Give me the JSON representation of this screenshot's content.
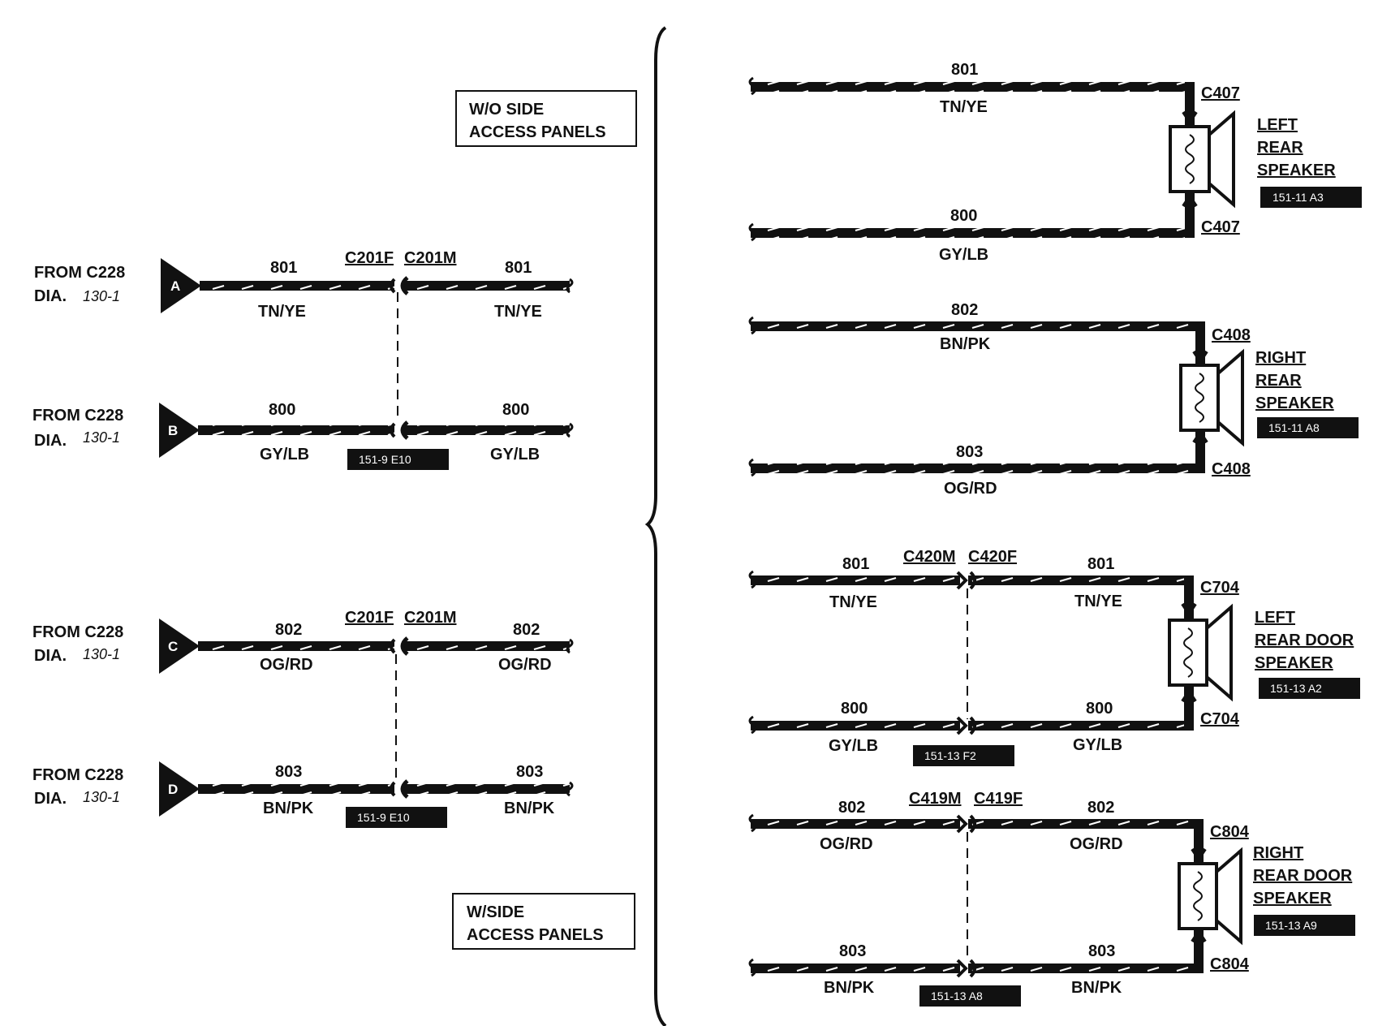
{
  "connectors_left": [
    {
      "letter": "A",
      "from": "FROM C228",
      "dia_prefix": "DIA.",
      "dia_page": "130-1"
    },
    {
      "letter": "B",
      "from": "FROM C228",
      "dia_prefix": "DIA.",
      "dia_page": "130-1"
    },
    {
      "letter": "C",
      "from": "FROM C228",
      "dia_prefix": "DIA.",
      "dia_page": "130-1"
    },
    {
      "letter": "D",
      "from": "FROM C228",
      "dia_prefix": "DIA.",
      "dia_page": "130-1"
    }
  ],
  "left_top": {
    "wires": [
      {
        "circuit": "801",
        "color": "TN/YE",
        "circuit_right": "801",
        "color_right": "TN/YE"
      },
      {
        "circuit": "800",
        "color": "GY/LB",
        "circuit_right": "800",
        "color_right": "GY/LB"
      }
    ],
    "connector_f": "C201F",
    "connector_m": "C201M",
    "ref": "151-9 E10"
  },
  "left_bottom": {
    "wires": [
      {
        "circuit": "802",
        "color": "OG/RD",
        "circuit_right": "802",
        "color_right": "OG/RD"
      },
      {
        "circuit": "803",
        "color": "BN/PK",
        "circuit_right": "803",
        "color_right": "BN/PK"
      }
    ],
    "connector_f": "C201F",
    "connector_m": "C201M",
    "ref": "151-9 E10"
  },
  "panel_labels": {
    "top": [
      "W/O SIDE",
      "ACCESS PANELS"
    ],
    "bottom": [
      "W/SIDE",
      "ACCESS PANELS"
    ]
  },
  "speakers": [
    {
      "name": [
        "LEFT",
        "REAR",
        "SPEAKER"
      ],
      "ref": "151-11 A3",
      "connector": "C407",
      "top_wire": {
        "circuit": "801",
        "color": "TN/YE"
      },
      "bottom_wire": {
        "circuit": "800",
        "color": "GY/LB"
      }
    },
    {
      "name": [
        "RIGHT",
        "REAR",
        "SPEAKER"
      ],
      "ref": "151-11 A8",
      "connector": "C408",
      "top_wire": {
        "circuit": "802",
        "color": "BN/PK"
      },
      "bottom_wire": {
        "circuit": "803",
        "color": "OG/RD"
      }
    },
    {
      "name": [
        "LEFT",
        "REAR DOOR",
        "SPEAKER"
      ],
      "ref": "151-13 A2",
      "connector": "C704",
      "inline_m": "C420M",
      "inline_f": "C420F",
      "inline_ref": "151-13 F2",
      "top_wire": {
        "circuit": "801",
        "color": "TN/YE",
        "circuit_right": "801",
        "color_right": "TN/YE"
      },
      "bottom_wire": {
        "circuit": "800",
        "color": "GY/LB",
        "circuit_right": "800",
        "color_right": "GY/LB"
      }
    },
    {
      "name": [
        "RIGHT",
        "REAR DOOR",
        "SPEAKER"
      ],
      "ref": "151-13 A9",
      "connector": "C804",
      "inline_m": "C419M",
      "inline_f": "C419F",
      "inline_ref": "151-13 A8",
      "top_wire": {
        "circuit": "802",
        "color": "OG/RD",
        "circuit_right": "802",
        "color_right": "OG/RD"
      },
      "bottom_wire": {
        "circuit": "803",
        "color": "BN/PK",
        "circuit_right": "803",
        "color_right": "BN/PK"
      }
    }
  ]
}
